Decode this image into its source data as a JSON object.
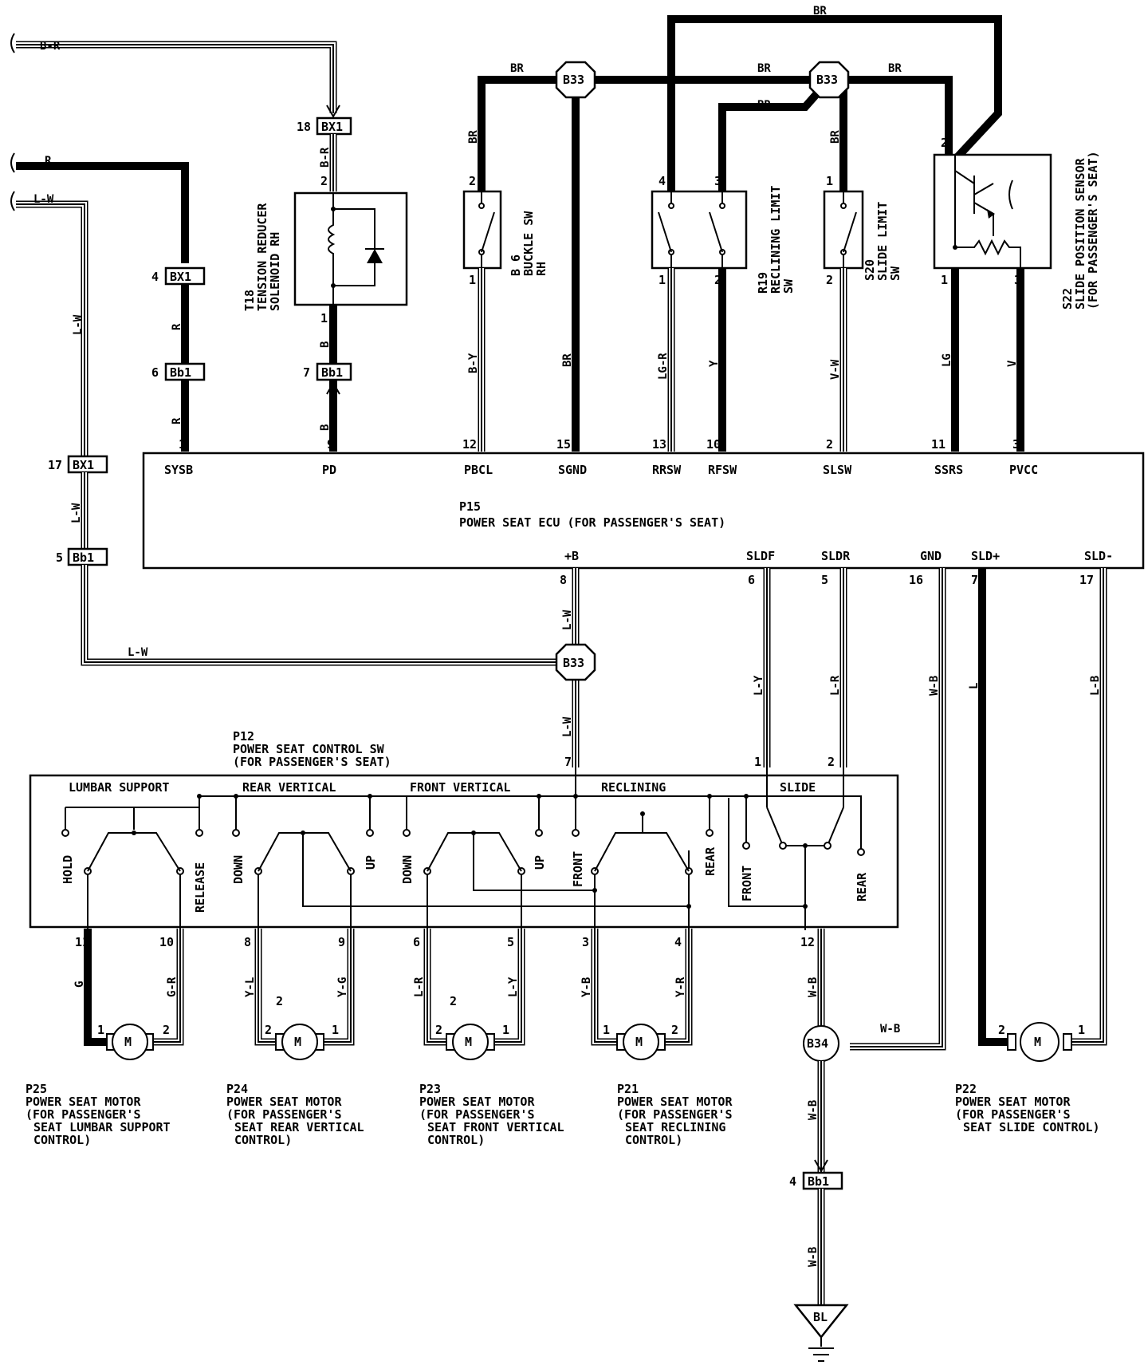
{
  "ecu": {
    "id": "P15",
    "name": "POWER SEAT ECU (FOR PASSENGER'S SEAT)",
    "top_pins": [
      {
        "num": "1",
        "sig": "SYSB"
      },
      {
        "num": "9",
        "sig": "PD"
      },
      {
        "num": "12",
        "sig": "PBCL"
      },
      {
        "num": "15",
        "sig": "SGND"
      },
      {
        "num": "13",
        "sig": "RRSW"
      },
      {
        "num": "10",
        "sig": "RFSW"
      },
      {
        "num": "2",
        "sig": "SLSW"
      },
      {
        "num": "11",
        "sig": "SSRS"
      },
      {
        "num": "3",
        "sig": "PVCC"
      }
    ],
    "bottom_pins": [
      {
        "num": "8",
        "sig": "+B"
      },
      {
        "num": "6",
        "sig": "SLDF"
      },
      {
        "num": "5",
        "sig": "SLDR"
      },
      {
        "num": "16",
        "sig": "GND"
      },
      {
        "num": "7",
        "sig": "SLD+"
      },
      {
        "num": "17",
        "sig": "SLD-"
      }
    ]
  },
  "inputs": [
    {
      "wire": "B-R"
    },
    {
      "wire": "R"
    },
    {
      "wire": "L-W"
    }
  ],
  "connectors": [
    {
      "pin": "18",
      "name": "BX1"
    },
    {
      "pin": "4",
      "name": "BX1"
    },
    {
      "pin": "6",
      "name": "Bb1"
    },
    {
      "pin": "7",
      "name": "Bb1"
    },
    {
      "pin": "17",
      "name": "BX1"
    },
    {
      "pin": "5",
      "name": "Bb1"
    },
    {
      "pin": "4",
      "name": "Bb1"
    }
  ],
  "splices": [
    "B33",
    "B33",
    "B33",
    "B34"
  ],
  "ground": "BL",
  "components": {
    "t18": {
      "id": "T18",
      "name": "TENSION REDUCER SOLENOID RH",
      "line1": "TENSION REDUCER",
      "line2": "SOLENOID RH",
      "pin_top": "2",
      "pin_bottom": "1"
    },
    "b6": {
      "id": "B 6",
      "line1": "BUCKLE SW",
      "line2": "RH",
      "pin_top": "2",
      "pin_bottom": "1"
    },
    "r19": {
      "id": "R19",
      "line1": "RECLINING LIMIT",
      "line2": "SW",
      "pins": [
        "4",
        "3",
        "1",
        "2"
      ]
    },
    "s20": {
      "id": "S20",
      "line1": "SLIDE LIMIT",
      "line2": "SW",
      "pins": [
        "1",
        "2"
      ]
    },
    "s22": {
      "id": "S22",
      "line1": "SLIDE POSITION SENSOR",
      "line2": "(FOR PASSENGER'S SEAT)",
      "pins": [
        "2",
        "1",
        "3"
      ]
    }
  },
  "wire_colors": {
    "br": "BR",
    "b_r": "B-R",
    "r": "R",
    "b": "B",
    "b_y": "B-Y",
    "lg_r": "LG-R",
    "y": "Y",
    "v_w": "V-W",
    "lg": "LG",
    "v": "V",
    "l_w": "L-W",
    "l_y": "L-Y",
    "l_r": "L-R",
    "w_b": "W-B",
    "l": "L",
    "l_b": "L-B",
    "g": "G",
    "g_r": "G-R",
    "y_l": "Y-L",
    "y_g": "Y-G",
    "y_b": "Y-B",
    "y_r": "Y-R"
  },
  "switch_panel": {
    "id": "P12",
    "line1": "POWER SEAT CONTROL SW",
    "line2": "(FOR PASSENGER'S SEAT)",
    "sections": [
      "LUMBAR SUPPORT",
      "REAR VERTICAL",
      "FRONT VERTICAL",
      "RECLINING",
      "SLIDE"
    ],
    "positions": {
      "hold": "HOLD",
      "release": "RELEASE",
      "down": "DOWN",
      "up": "UP",
      "front": "FRONT",
      "rear": "REAR"
    },
    "top_pin": "7",
    "slide_pins": [
      "1",
      "2"
    ],
    "bottom_pins": [
      "11",
      "10",
      "8",
      "9",
      "6",
      "5",
      "3",
      "4",
      "12"
    ]
  },
  "motors": [
    {
      "id": "P25",
      "line1": "POWER SEAT MOTOR",
      "line2": "(FOR PASSENGER'S",
      "line3": "SEAT LUMBAR SUPPORT",
      "line4": "CONTROL)",
      "symbol": "M",
      "pins": [
        "1",
        "2"
      ]
    },
    {
      "id": "P24",
      "line1": "POWER SEAT MOTOR",
      "line2": "(FOR PASSENGER'S",
      "line3": "SEAT REAR VERTICAL",
      "line4": "CONTROL)",
      "symbol": "M",
      "pins": [
        "2",
        "1"
      ],
      "extra": "2"
    },
    {
      "id": "P23",
      "line1": "POWER SEAT MOTOR",
      "line2": "(FOR PASSENGER'S",
      "line3": "SEAT FRONT VERTICAL",
      "line4": "CONTROL)",
      "symbol": "M",
      "pins": [
        "2",
        "1"
      ],
      "extra": "2"
    },
    {
      "id": "P21",
      "line1": "POWER SEAT MOTOR",
      "line2": "(FOR PASSENGER'S",
      "line3": "SEAT RECLINING",
      "line4": "CONTROL)",
      "symbol": "M",
      "pins": [
        "1",
        "2"
      ]
    },
    {
      "id": "P22",
      "line1": "POWER SEAT MOTOR",
      "line2": "(FOR PASSENGER'S",
      "line3": "SEAT SLIDE CONTROL)",
      "line4": "",
      "symbol": "M",
      "pins": [
        "2",
        "1"
      ]
    }
  ]
}
